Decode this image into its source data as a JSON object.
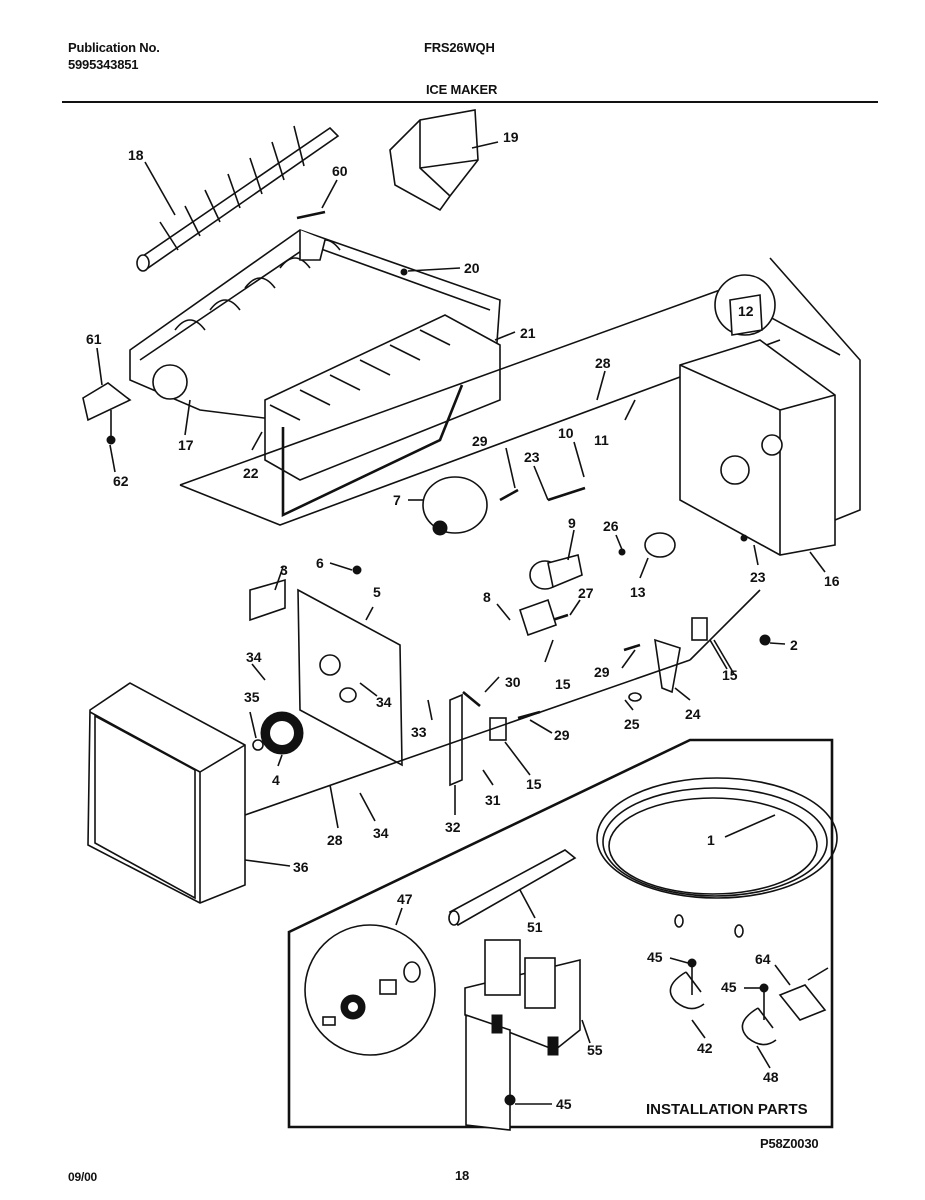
{
  "header": {
    "publication_label": "Publication No.",
    "publication_number": "5995343851",
    "model": "FRS26WQH",
    "section_title": "ICE MAKER"
  },
  "footer": {
    "date": "09/00",
    "page_number": "18",
    "diagram_code": "P58Z0030"
  },
  "installation_box": {
    "title": "INSTALLATION PARTS"
  },
  "callouts": [
    {
      "id": "c18",
      "text": "18"
    },
    {
      "id": "c60",
      "text": "60"
    },
    {
      "id": "c19",
      "text": "19"
    },
    {
      "id": "c20",
      "text": "20"
    },
    {
      "id": "c61",
      "text": "61"
    },
    {
      "id": "c21",
      "text": "21"
    },
    {
      "id": "c12",
      "text": "12"
    },
    {
      "id": "c28a",
      "text": "28"
    },
    {
      "id": "c11",
      "text": "11"
    },
    {
      "id": "c10",
      "text": "10"
    },
    {
      "id": "c17",
      "text": "17"
    },
    {
      "id": "c62",
      "text": "62"
    },
    {
      "id": "c22",
      "text": "22"
    },
    {
      "id": "c29a",
      "text": "29"
    },
    {
      "id": "c23a",
      "text": "23"
    },
    {
      "id": "c7",
      "text": "7"
    },
    {
      "id": "c9",
      "text": "9"
    },
    {
      "id": "c26",
      "text": "26"
    },
    {
      "id": "c23b",
      "text": "23"
    },
    {
      "id": "c16",
      "text": "16"
    },
    {
      "id": "c6",
      "text": "6"
    },
    {
      "id": "c3",
      "text": "3"
    },
    {
      "id": "c5",
      "text": "5"
    },
    {
      "id": "c13",
      "text": "13"
    },
    {
      "id": "c8",
      "text": "8"
    },
    {
      "id": "c27",
      "text": "27"
    },
    {
      "id": "c2",
      "text": "2"
    },
    {
      "id": "c34a",
      "text": "34"
    },
    {
      "id": "c15a",
      "text": "15"
    },
    {
      "id": "c29b",
      "text": "29"
    },
    {
      "id": "c15b",
      "text": "15"
    },
    {
      "id": "c35",
      "text": "35"
    },
    {
      "id": "c34b",
      "text": "34"
    },
    {
      "id": "c30",
      "text": "30"
    },
    {
      "id": "c33",
      "text": "33"
    },
    {
      "id": "c24",
      "text": "24"
    },
    {
      "id": "c25",
      "text": "25"
    },
    {
      "id": "c29c",
      "text": "29"
    },
    {
      "id": "c4",
      "text": "4"
    },
    {
      "id": "c15c",
      "text": "15"
    },
    {
      "id": "c31",
      "text": "31"
    },
    {
      "id": "c28b",
      "text": "28"
    },
    {
      "id": "c34c",
      "text": "34"
    },
    {
      "id": "c32",
      "text": "32"
    },
    {
      "id": "c1",
      "text": "1"
    },
    {
      "id": "c36",
      "text": "36"
    },
    {
      "id": "c47",
      "text": "47"
    },
    {
      "id": "c51",
      "text": "51"
    },
    {
      "id": "c45a",
      "text": "45"
    },
    {
      "id": "c64",
      "text": "64"
    },
    {
      "id": "c45b",
      "text": "45"
    },
    {
      "id": "c55",
      "text": "55"
    },
    {
      "id": "c42",
      "text": "42"
    },
    {
      "id": "c48",
      "text": "48"
    },
    {
      "id": "c45c",
      "text": "45"
    }
  ]
}
